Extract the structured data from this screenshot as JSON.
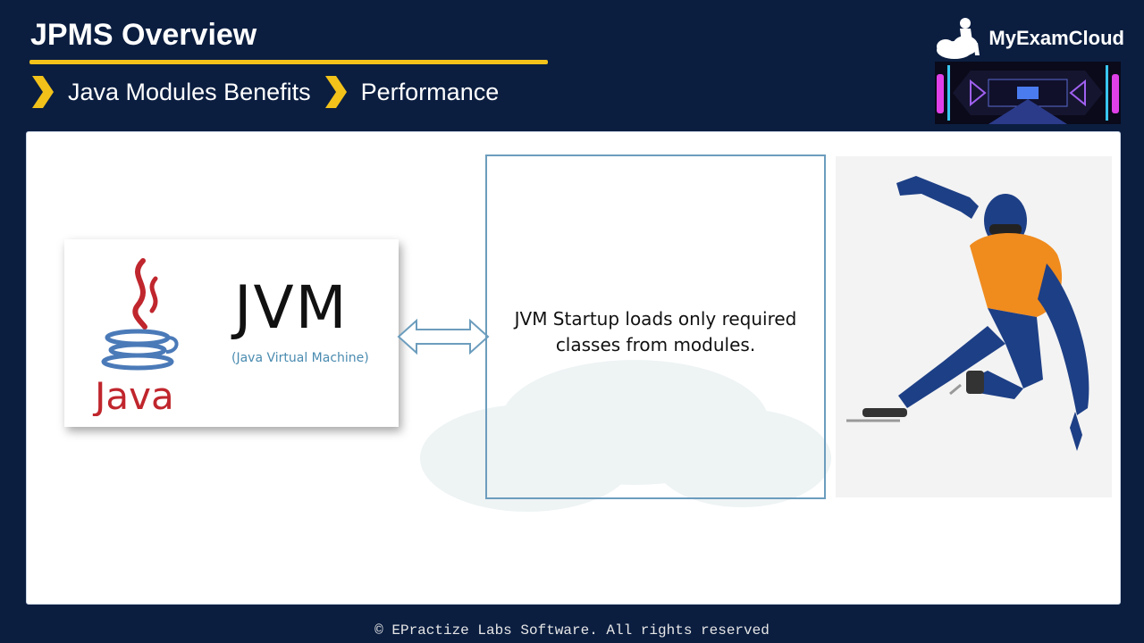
{
  "slide": {
    "title": "JPMS Overview",
    "breadcrumb": [
      "Java Modules Benefits",
      "Performance"
    ],
    "brand": "MyExamCloud",
    "java_logo_text": "Java",
    "jvm_title": "JVM",
    "jvm_subtitle": "(Java Virtual Machine)",
    "message": "JVM Startup loads only required classes from modules.",
    "footer": "© EPractize Labs Software. All rights reserved"
  },
  "colors": {
    "background": "#0b1e40",
    "accent_yellow": "#f2c21a",
    "box_border": "#6c9dbd",
    "java_red": "#c0262d",
    "java_blue": "#4b7ab8"
  },
  "icons": [
    "chevron-right-icon",
    "cloud-person-icon",
    "java-logo-icon",
    "double-arrow-icon"
  ]
}
